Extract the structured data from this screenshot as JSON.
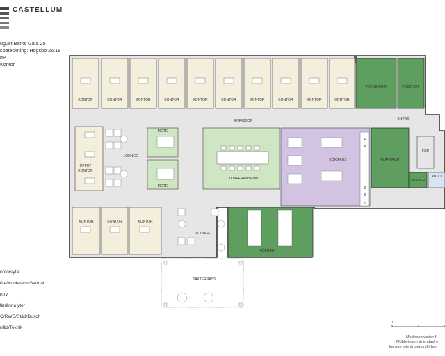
{
  "brand": {
    "name": "CASTELLUM"
  },
  "info": {
    "address": "ugust Barks Gata 25",
    "property": "sbeteckning: Högsbo 26:18",
    "area_unit": "m²",
    "type": "Kontor"
  },
  "rooms": {
    "kontor": "KONTOR",
    "tekniskrum": "TEKNIKRUM",
    "postisop": "POST/SOP",
    "korridor": "KORRIDOR",
    "entre": "ENTRÉ",
    "mote": "MÖTE",
    "lounge": "LOUNGE",
    "oppet_kontor_1": "ÖPPET",
    "oppet_kontor_2": "KONTOR",
    "konferensrum": "KONFERENSRUM",
    "kokpaus": "KÖK/PAUS",
    "flaktrum": "FLÄKTRUM",
    "kpr": "KPR",
    "server": "SERVER",
    "wcd": "WC/D",
    "forrad": "FÖRRÅD",
    "takterrass": "TAKTERRASS",
    "f": "F",
    "k": "K",
    "s": "S"
  },
  "legend": [
    {
      "label": "ontorsyta",
      "color": "#f4eedd"
    },
    {
      "label": "öte/Konferens/Samtal",
      "color": "#cfe6c4"
    },
    {
      "label": "ntry",
      "color": "#e6e6e6"
    },
    {
      "label": "llmänna ytor",
      "color": "#e6e6e6"
    },
    {
      "label": "C/RWC/Städ/Dusch",
      "color": "#d6e4f3"
    },
    {
      "label": "rråd/Teknik",
      "color": "#5e9e5e"
    }
  ],
  "scale": {
    "zero": "0"
  },
  "note": {
    "line1": "Med reservation f",
    "line2": "Möbleringen är endast e",
    "line3": "kanske inte är genomförbar"
  },
  "colors": {
    "office": "#f4eedd",
    "meeting": "#cfe6c4",
    "common": "#e6e6e6",
    "kitchen": "#d3c3e2",
    "technical": "#5e9e5e",
    "wc": "#d6e4f3",
    "wall": "#333333"
  }
}
